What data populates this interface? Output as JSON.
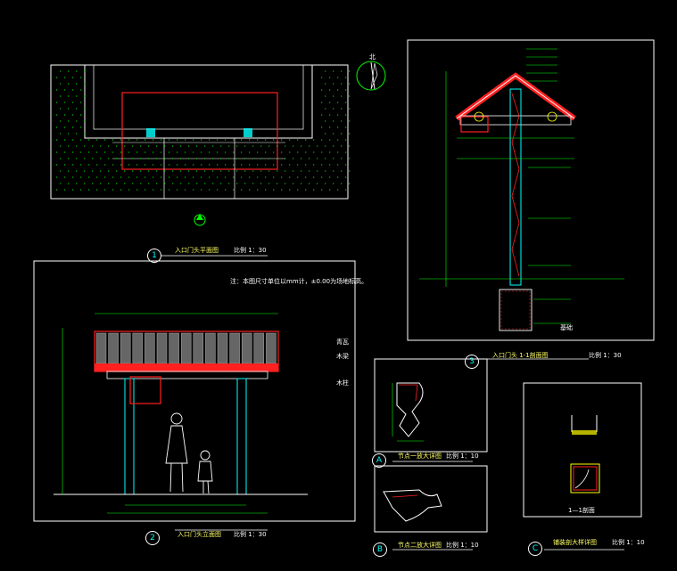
{
  "drawing": {
    "plan_title": "入口门头平面图",
    "front_title": "入口门头立面图",
    "section_title": "入口门头 1-1剖面图",
    "detail_a_title": "节点一放大详图",
    "detail_b_title": "节点二放大详图",
    "detail_c_title": "铺装剖大样详图",
    "section_cut": "1—1剖面",
    "scale_30": "比例 1：30",
    "scale_10": "比例 1：10",
    "marks": {
      "m1": "1",
      "m2": "2",
      "m3": "3",
      "mA": "A",
      "mB": "B",
      "mC": "C"
    },
    "front_note": "注：本图尺寸单位以mm计，±0.00为场地标高。",
    "leaders": {
      "tile": "青瓦",
      "beam": "木梁",
      "col": "木柱",
      "base": "基础"
    }
  },
  "colors": {
    "bg": "#000000",
    "frame": "#ffffff",
    "line": "#00ff00",
    "accent": "#ff2020",
    "wood": "#00ffff",
    "dim": "#ffff66"
  }
}
